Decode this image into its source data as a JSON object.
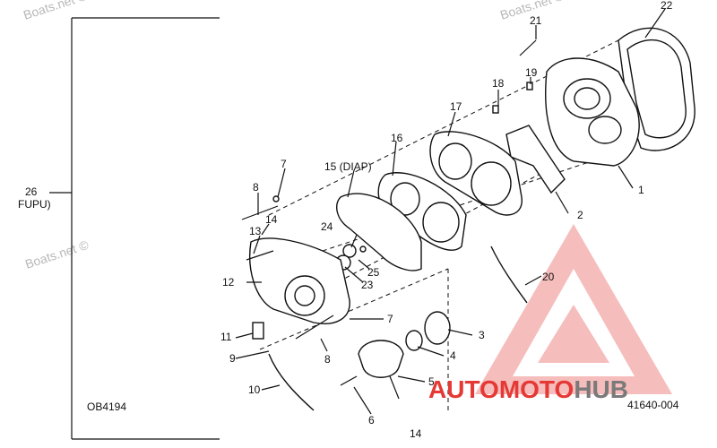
{
  "watermarks": {
    "top": "Boats.net ©",
    "top_right": "Boats.net ©",
    "left": "Boats.net ©"
  },
  "brace_label": {
    "line1": "26",
    "line2": "FUPU)"
  },
  "callouts": {
    "c1": "1",
    "c2": "2",
    "c3": "3",
    "c4": "4",
    "c5": "5",
    "c6": "6",
    "c7a": "7",
    "c7b": "7",
    "c8a": "8",
    "c8b": "8",
    "c9": "9",
    "c10": "10",
    "c11": "11",
    "c12": "12",
    "c13": "13",
    "c14a": "14",
    "c14b": "14",
    "c15": "15 (DIAP)",
    "c16": "16",
    "c17": "17",
    "c18": "18",
    "c19": "19",
    "c20": "20",
    "c21": "21",
    "c22": "22",
    "c23": "23",
    "c24": "24",
    "c25": "25"
  },
  "drawing_codes": {
    "left": "OB4194",
    "right": "41640-004"
  },
  "brand": {
    "part1": "AUTOMOTO",
    "part2": "HUB"
  },
  "colors": {
    "line": "#111111",
    "brand_red": "#e53935",
    "brand_gray": "#7a7a7a",
    "watermark": "#b8b8b8"
  }
}
